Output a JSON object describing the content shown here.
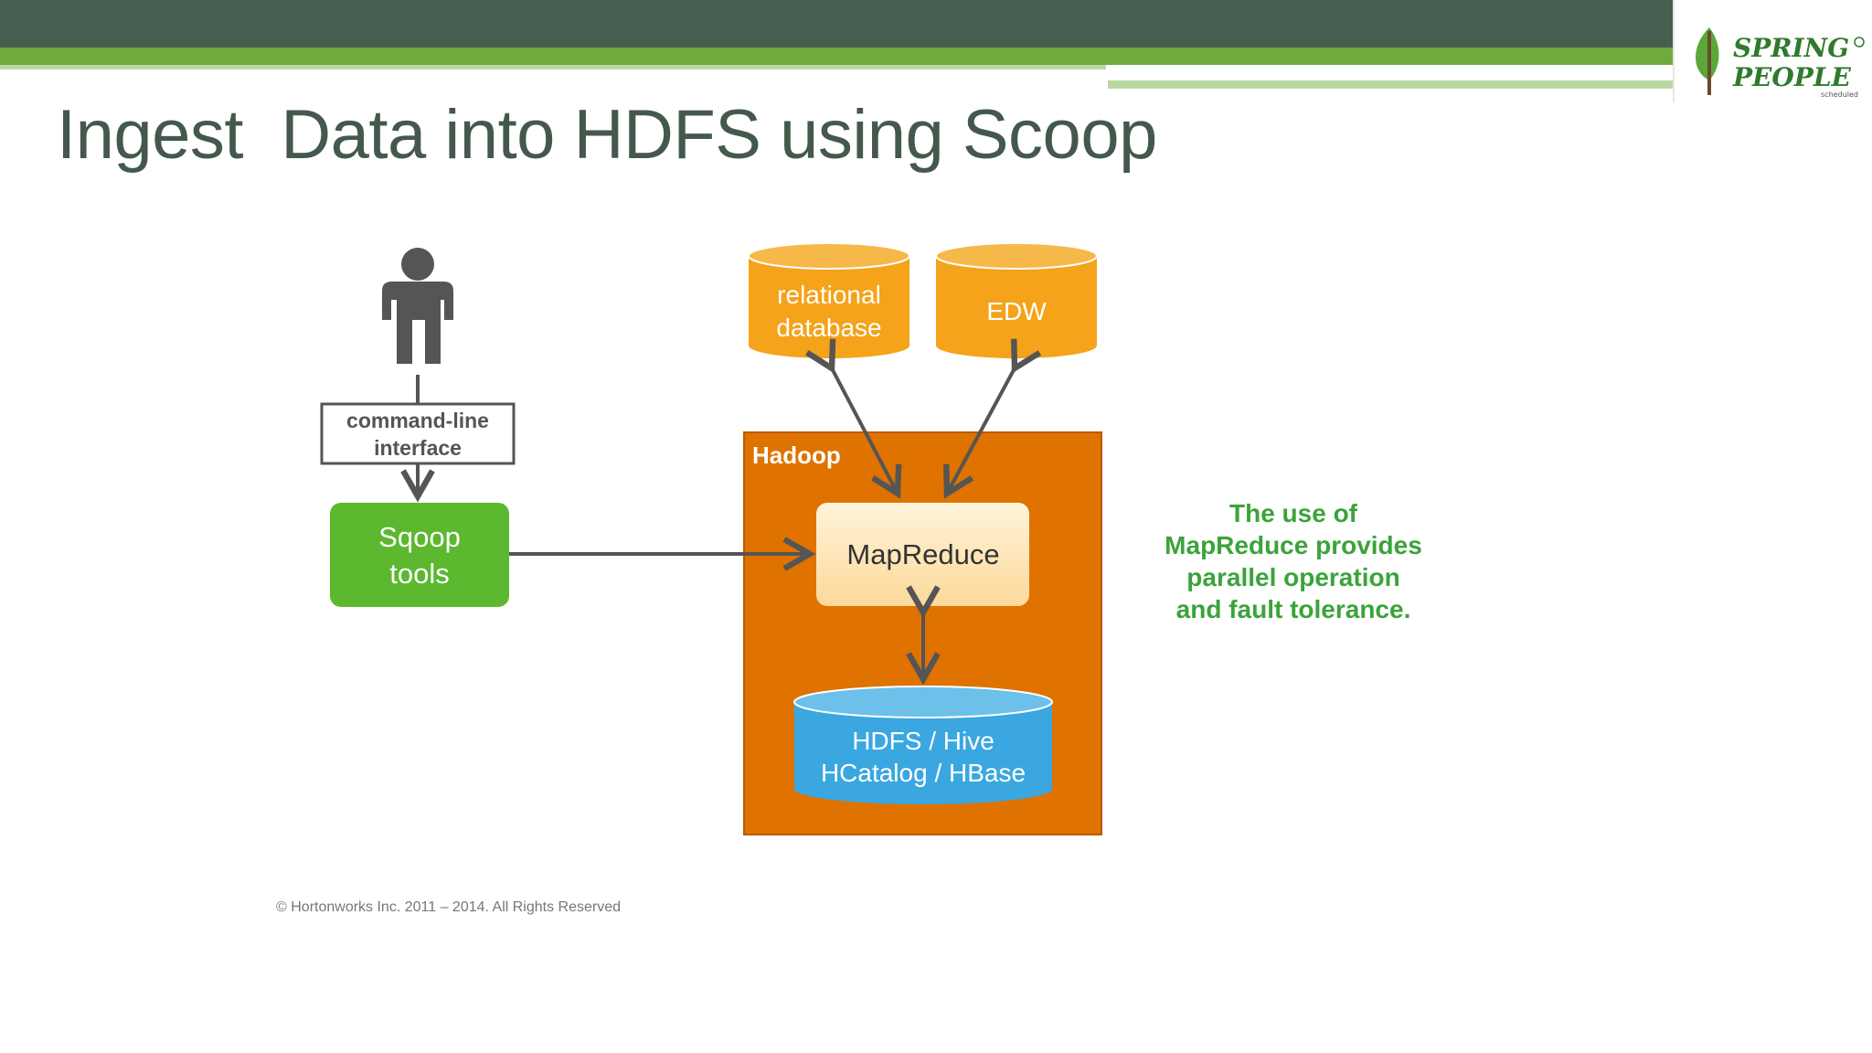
{
  "slide": {
    "title": "Ingest  Data into HDFS using Scoop"
  },
  "logo": {
    "line1": "SPRING",
    "line2": "PEOPLE",
    "tagline": "scheduled",
    "icon": "leaf-icon",
    "colors": {
      "leaf": "#5aa83a",
      "text": "#2f7a2d",
      "stem": "#6b4a2a"
    }
  },
  "diagram": {
    "user_icon": "person-icon",
    "cli_label_line1": "command-line",
    "cli_label_line2": "interface",
    "sqoop_line1": "Sqoop",
    "sqoop_line2": "tools",
    "db_relational_line1": "relational",
    "db_relational_line2": "database",
    "db_edw": "EDW",
    "hadoop_label": "Hadoop",
    "mapreduce": "MapReduce",
    "storage_line1": "HDFS / Hive",
    "storage_line2": "HCatalog / HBase",
    "colors": {
      "orange": "#e07200",
      "db_orange": "#f4a31a",
      "green": "#5cb82e",
      "blue": "#3aa7e0",
      "arrow": "#555555",
      "person": "#555555"
    }
  },
  "note": {
    "lines": [
      "The use of",
      "MapReduce provides",
      "parallel operation",
      "and fault tolerance."
    ]
  },
  "footer": {
    "copyright": "© Hortonworks Inc. 2011 – 2014. All Rights Reserved"
  },
  "theme": {
    "bar": "#465e50",
    "accent": "#6faa3d",
    "title_color": "#44584c"
  }
}
